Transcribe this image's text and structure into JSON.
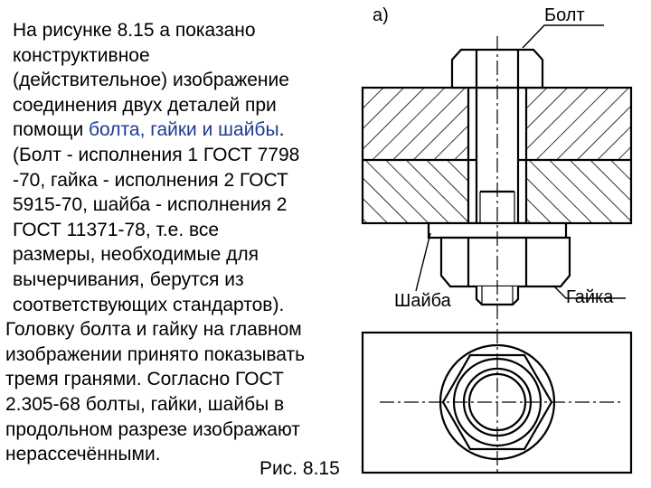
{
  "paragraph": {
    "line1": "На рисунке 8.15 а показано",
    "line2": "конструктивное",
    "line3": "(действительное) изображение",
    "line4": "соединения двух деталей при",
    "line5_pre": "помощи ",
    "line5_hl": "болта, гайки и шайбы",
    "line5_post": ".",
    "line6": "(Болт - исполнения 1 ГОСТ 7798",
    "line7": "-70, гайка - исполнения 2 ГОСТ",
    "line8": "5915-70, шайба - исполнения 2",
    "line9": "ГОСТ 11371-78, т.е. все",
    "line10": "размеры, необходимые для",
    "line11": "вычерчивания, берутся из",
    "line12": "соответствующих стандартов).",
    "line13": "Головку болта и гайку на главном",
    "line14": "изображении принято показывать",
    "line15": "тремя гранями. Согласно ГОСТ",
    "line16": "2.305-68 болты, гайки, шайбы в",
    "line17": "продольном разрезе изображают",
    "line18": "нерассечёнными."
  },
  "caption": "Рис. 8.15",
  "drawing": {
    "variant_label": "а)",
    "label_bolt": "Болт",
    "label_washer": "Шайба",
    "label_nut": "Гайка"
  }
}
